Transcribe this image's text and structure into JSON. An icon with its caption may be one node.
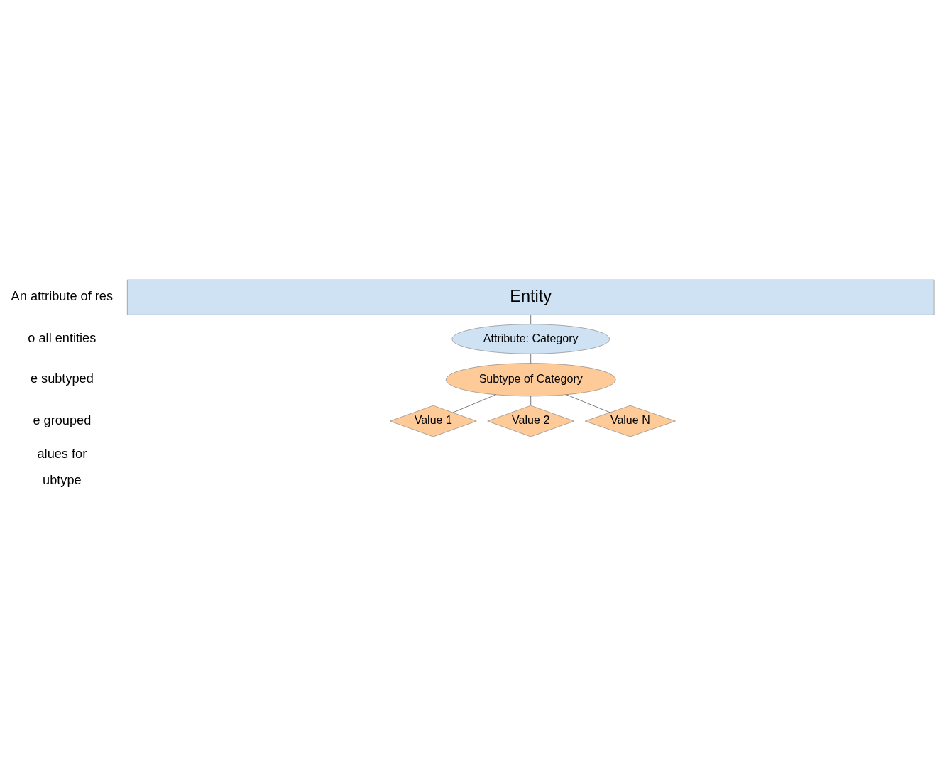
{
  "diagram": {
    "nodes": [
      {
        "text": [
          "Entity"
        ]
      },
      {
        "text": [
          "Attribute: Category"
        ]
      },
      {
        "text": [
          "Subtype of Category"
        ]
      },
      {
        "text": [
          "Value 1"
        ]
      },
      {
        "text": [
          "Value 2"
        ]
      },
      {
        "text": [
          "Value N"
        ]
      }
    ],
    "edges": [
      {
        "from": 0,
        "to": 1,
        "arrow": "none"
      },
      {
        "from": 1,
        "to": 2,
        "arrow": "none"
      },
      {
        "from": 2,
        "to": 3,
        "arrow": "none"
      },
      {
        "from": 2,
        "to": 4,
        "arrow": "none"
      },
      {
        "from": 2,
        "to": 5,
        "arrow": "none"
      }
    ],
    "labels": [
      "An attribute of res",
      "o all entities",
      "e subtyped",
      "e grouped",
      "alues for",
      "ubtype"
    ]
  }
}
